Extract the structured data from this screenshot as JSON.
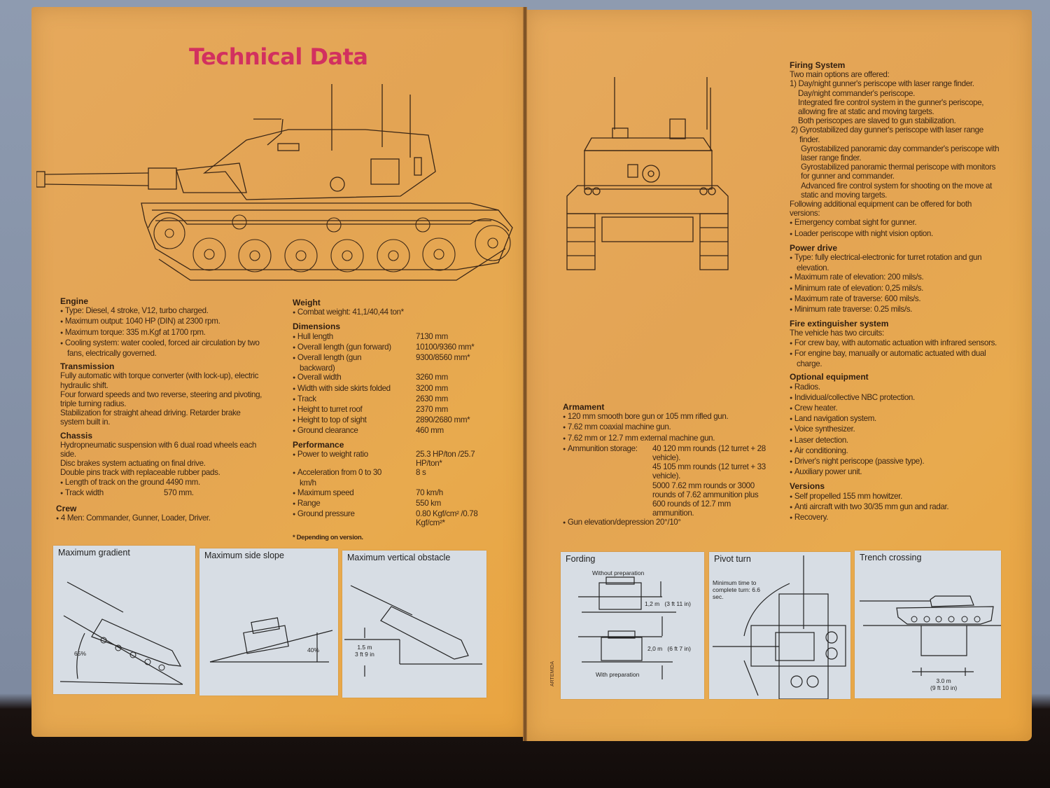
{
  "title": "Technical Data",
  "left_page": {
    "engine": {
      "heading": "Engine",
      "items": [
        "Type: Diesel, 4 stroke, V12, turbo charged.",
        "Maximum output: 1040 HP (DIN) at 2300 rpm.",
        "Maximum torque: 335 m.Kgf at 1700 rpm.",
        "Cooling system: water cooled, forced air circulation by two fans, electrically governed."
      ]
    },
    "transmission": {
      "heading": "Transmission",
      "lines": [
        "Fully automatic with torque converter (with lock-up), electric hydraulic shift.",
        "Four forward speeds and two reverse, steering and pivoting, triple turning radius.",
        "Stabilization for straight ahead driving. Retarder brake system built in."
      ]
    },
    "chassis": {
      "heading": "Chassis",
      "lines": [
        "Hydropneumatic suspension with 6 dual road wheels each side.",
        "Disc brakes system actuating on final drive.",
        "Double pins track with replaceable rubber pads."
      ],
      "items": [
        "Length of track on the ground 4490 mm.",
        "Track width                              570 mm."
      ]
    },
    "crew": {
      "heading": "Crew",
      "items": [
        "4 Men: Commander, Gunner, Loader, Driver."
      ]
    },
    "weight": {
      "heading": "Weight",
      "items": [
        "Combat weight: 41,1/40,44 ton*"
      ]
    },
    "dimensions": {
      "heading": "Dimensions",
      "rows": [
        {
          "k": "Hull length",
          "v": "7130 mm"
        },
        {
          "k": "Overall length (gun forward)",
          "v": "10100/9360 mm*"
        },
        {
          "k": "Overall length (gun backward)",
          "v": "9300/8560 mm*"
        },
        {
          "k": "Overall width",
          "v": "3260 mm"
        },
        {
          "k": "Width with side skirts folded",
          "v": "3200 mm"
        },
        {
          "k": "Track",
          "v": "2630 mm"
        },
        {
          "k": "Height to turret roof",
          "v": "2370 mm"
        },
        {
          "k": "Height to top of sight",
          "v": "2890/2680 mm*"
        },
        {
          "k": "Ground clearance",
          "v": "460 mm"
        }
      ]
    },
    "performance": {
      "heading": "Performance",
      "rows": [
        {
          "k": "Power to weight ratio",
          "v": "25.3 HP/ton /25.7 HP/ton*"
        },
        {
          "k": "Acceleration from 0 to 30 km/h",
          "v": "8 s"
        },
        {
          "k": "Maximum speed",
          "v": "70 km/h"
        },
        {
          "k": "Range",
          "v": "550 km"
        },
        {
          "k": "Ground pressure",
          "v": "0.80 Kgf/cm² /0.78 Kgf/cm²*"
        }
      ]
    },
    "footnote": "* Depending on version.",
    "panels": [
      {
        "title": "Maximum gradient",
        "value": "65%"
      },
      {
        "title": "Maximum side slope",
        "value": "40%"
      },
      {
        "title": "Maximum vertical obstacle",
        "value": "1.5 m",
        "value2": "3 ft 9 in"
      }
    ]
  },
  "right_page": {
    "firing_system": {
      "heading": "Firing System",
      "intro": "Two main options are offered:",
      "option1": "1) Day/night gunner's periscope with laser range finder.",
      "option1_lines": [
        "Day/night commander's periscope.",
        "Integrated fire control system in the gunner's periscope, allowing fire at static and moving targets.",
        "Both periscopes are slaved to gun stabilization."
      ],
      "option2": "2) Gyrostabilized day gunner's periscope with laser range finder.",
      "option2_lines": [
        "Gyrostabilized panoramic day commander's periscope with laser range finder.",
        "Gyrostabilized panoramic thermal periscope with monitors for gunner and commander.",
        "Advanced fire control system for shooting on the move at static and moving targets."
      ],
      "additional": "Following additional equipment can be offered for both versions:",
      "items": [
        "Emergency combat sight for gunner.",
        "Loader periscope with night vision option."
      ]
    },
    "power_drive": {
      "heading": "Power drive",
      "items": [
        "Type: fully electrical-electronic for turret rotation and gun elevation.",
        "Maximum rate of elevation: 200 mils/s.",
        "Minimum rate of elevation: 0,25 mils/s.",
        "Maximum rate of traverse: 600 mils/s.",
        "Minimum rate traverse: 0.25 mils/s."
      ]
    },
    "fire_extinguisher": {
      "heading": "Fire extinguisher system",
      "intro": "The vehicle has two circuits:",
      "items": [
        "For crew bay, with automatic actuation with infrared sensors.",
        "For engine bay, manually or automatic actuated with dual charge."
      ]
    },
    "optional_equipment": {
      "heading": "Optional equipment",
      "items": [
        "Radios.",
        "Individual/collective NBC protection.",
        "Crew heater.",
        "Land navigation system.",
        "Voice synthesizer.",
        "Laser detection.",
        "Air conditioning.",
        "Driver's night periscope (passive type).",
        "Auxiliary power unit."
      ]
    },
    "versions": {
      "heading": "Versions",
      "items": [
        "Self propelled 155 mm howitzer.",
        "Anti aircraft with two 30/35 mm gun and radar.",
        "Recovery."
      ]
    },
    "armament": {
      "heading": "Armament",
      "items": [
        "120 mm smooth bore gun or 105 mm rifled gun.",
        "7.62 mm coaxial machine gun.",
        "7.62 mm or 12.7 mm external machine gun."
      ],
      "ammo_label": "Ammunition storage:",
      "ammo_lines": [
        "40 120 mm rounds (12 turret + 28 vehicle).",
        "45 105 mm rounds (12 turret + 33 vehicle).",
        "5000 7.62 mm rounds or 3000 rounds of 7.62 ammunition plus 600 rounds of 12.7 mm ammunition."
      ],
      "elevation": "Gun elevation/depression 20°/10°"
    },
    "panels": {
      "fording": {
        "title": "Fording",
        "without": "Without preparation",
        "with": "With preparation",
        "depth1": "1,2 m",
        "depth1_imp": "(3 ft 11 in)",
        "depth2": "2,0 m",
        "depth2_imp": "(6 ft 7 in)"
      },
      "pivot": {
        "title": "Pivot turn",
        "note": "Minimum time to complete turn: 6.6 sec."
      },
      "trench": {
        "title": "Trench crossing",
        "value": "3.0 m",
        "value_imp": "(9 ft 10 in)"
      }
    },
    "credit": "ARTEMIDA"
  }
}
